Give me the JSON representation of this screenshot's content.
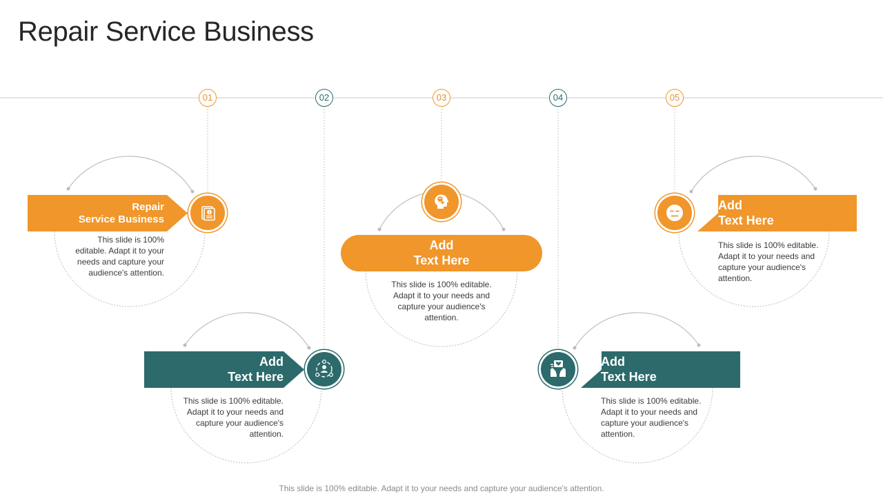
{
  "title": "Repair Service Business",
  "footer": "This slide is 100% editable. Adapt it to your needs and capture your audience's attention.",
  "colors": {
    "orange": "#F0962A",
    "teal": "#2C6A6B",
    "line": "#c8c8c8"
  },
  "steps": [
    {
      "number": "01",
      "heading_line1": "Repair",
      "heading_line2": "Service Business",
      "description": "This slide is 100% editable. Adapt it to your needs and capture your audience's attention.",
      "icon": "document-info-icon",
      "color": "orange"
    },
    {
      "number": "02",
      "heading_line1": "Add",
      "heading_line2": "Text Here",
      "description": "This slide is 100% editable. Adapt it to your needs and capture your audience's attention.",
      "icon": "user-network-icon",
      "color": "teal"
    },
    {
      "number": "03",
      "heading_line1": "Add",
      "heading_line2": "Text Here",
      "description": "This slide is 100% editable. Adapt it to your needs and capture your audience's attention.",
      "icon": "mind-health-icon",
      "color": "orange"
    },
    {
      "number": "04",
      "heading_line1": "Add",
      "heading_line2": "Text Here",
      "description": "This slide is 100% editable. Adapt it to your needs and capture your audience's attention.",
      "icon": "hands-heart-icon",
      "color": "teal"
    },
    {
      "number": "05",
      "heading_line1": "Add",
      "heading_line2": "Text Here",
      "description": "This slide is 100% editable. Adapt it to your needs and capture your audience's attention.",
      "icon": "neutral-face-icon",
      "color": "orange"
    }
  ]
}
